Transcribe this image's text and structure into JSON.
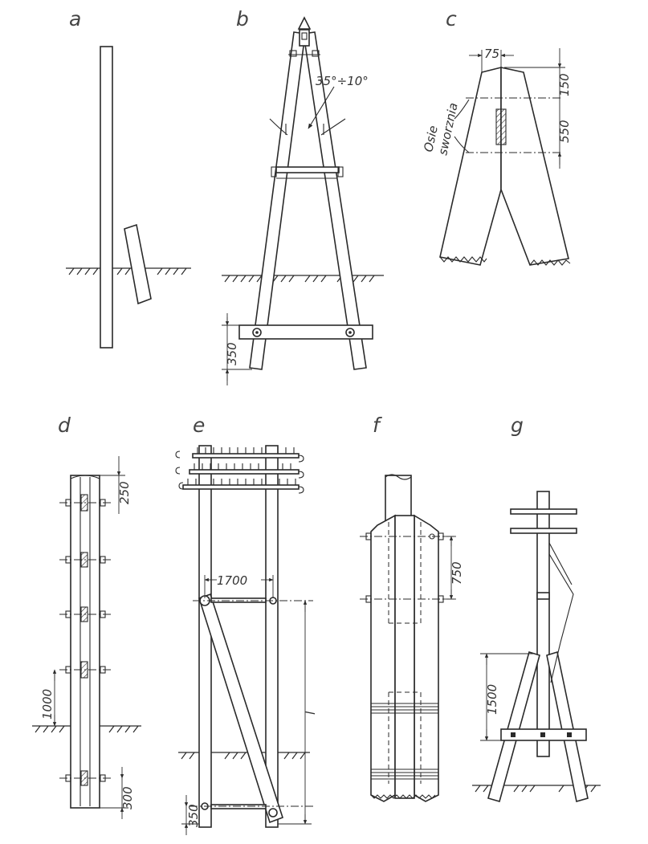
{
  "panels": {
    "a": {
      "label": "a"
    },
    "b": {
      "label": "b",
      "angle": "35°÷10°",
      "dim_bottom": "350"
    },
    "c": {
      "label": "c",
      "dim_top": "75",
      "dim_150": "150",
      "dim_550": "550",
      "note_line1": "Osie",
      "note_line2": "sworznia"
    },
    "d": {
      "label": "d",
      "dim_top": "250",
      "dim_mid": "1000",
      "dim_bottom": "300"
    },
    "e": {
      "label": "e",
      "dim_width": "1700",
      "dim_length": "l",
      "dim_bottom": "350"
    },
    "f": {
      "label": "f",
      "dim_spacing": "750"
    },
    "g": {
      "label": "g",
      "dim_height": "1500"
    }
  }
}
